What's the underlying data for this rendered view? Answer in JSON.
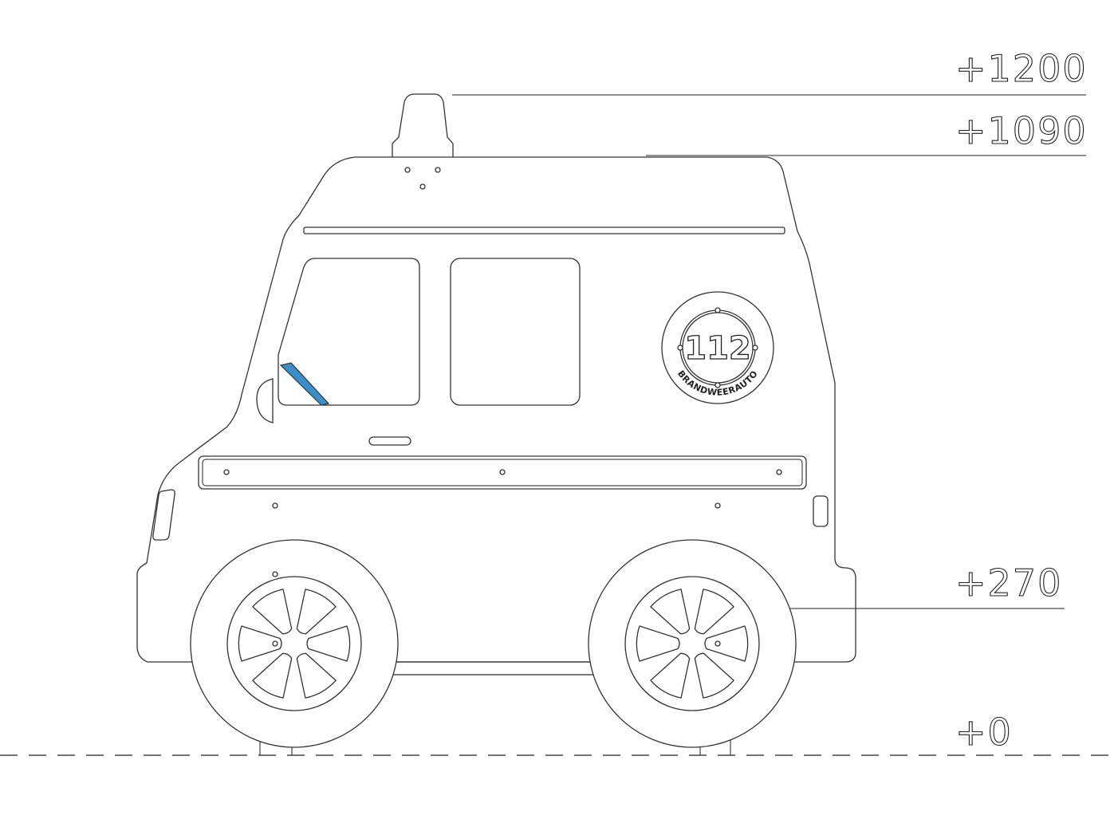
{
  "levels": {
    "top_beacon": "+1200",
    "roof": "+1090",
    "axle": "+270",
    "ground": "+0"
  },
  "emblem": {
    "number": "112",
    "text": "BRANDWEERAUTO"
  },
  "colors": {
    "line": "#333333",
    "wiper_accent": "#3a8fc8"
  }
}
